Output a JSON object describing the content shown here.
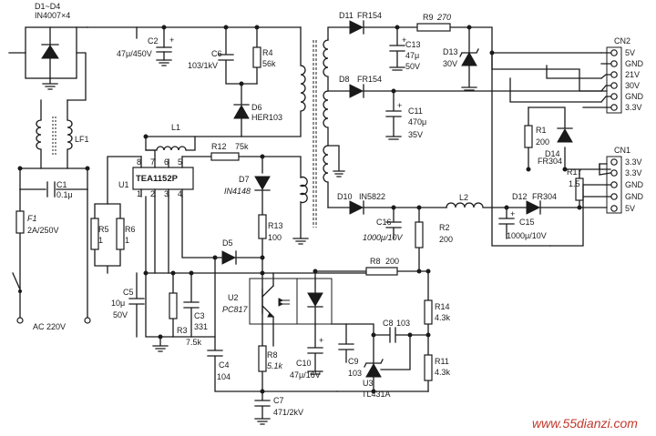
{
  "components": {
    "bridge": {
      "ref": "D1~D4",
      "value": "IN4007×4"
    },
    "C1": {
      "ref": "C1",
      "value": "0.1μ"
    },
    "F1": {
      "ref": "F1",
      "value": "2A/250V"
    },
    "LF1": {
      "ref": "LF1"
    },
    "ac": {
      "label": "AC 220V"
    },
    "C2": {
      "ref": "C2",
      "value": "47μ/450V"
    },
    "C6": {
      "ref": "C6",
      "value": "103/1kV"
    },
    "R4": {
      "ref": "R4",
      "value": "56k"
    },
    "D6": {
      "ref": "D6",
      "value": "HER103"
    },
    "L1": {
      "ref": "L1"
    },
    "U1": {
      "ref": "U1",
      "part": "TEA1152P",
      "pins_top": [
        "8",
        "7",
        "6",
        "5"
      ],
      "pins_bottom": [
        "1",
        "2",
        "3",
        "4"
      ]
    },
    "R12": {
      "ref": "R12",
      "value": "75k"
    },
    "D7": {
      "ref": "D7",
      "value": "IN4148"
    },
    "R13": {
      "ref": "R13",
      "value": "100"
    },
    "R5": {
      "ref": "R5",
      "value": "1"
    },
    "R6": {
      "ref": "R6",
      "value": "1"
    },
    "D5": {
      "ref": "D5"
    },
    "C5": {
      "ref": "C5",
      "value": "10μ",
      "voltage": "50V"
    },
    "R3": {
      "ref": "R3",
      "value": "7.5k"
    },
    "C3": {
      "ref": "C3",
      "value": "331"
    },
    "C4": {
      "ref": "C4",
      "value": "104"
    },
    "U2": {
      "ref": "U2",
      "part": "PC817"
    },
    "R8": {
      "ref": "R8",
      "value": "5.1k"
    },
    "C10": {
      "ref": "C10",
      "value": "47μ/16V"
    },
    "C7": {
      "ref": "C7",
      "value": "471/2kV"
    },
    "R9b": {
      "ref": "R8",
      "value": "200"
    },
    "C9": {
      "ref": "C9",
      "value": "103"
    },
    "C8": {
      "ref": "C8",
      "value": "103"
    },
    "U3": {
      "ref": "U3",
      "part": "TL431A"
    },
    "R14": {
      "ref": "R14",
      "value": "4.3k"
    },
    "R11": {
      "ref": "R11",
      "value": "4.3k"
    },
    "D11": {
      "ref": "D11",
      "value": "FR154"
    },
    "R9": {
      "ref": "R9",
      "value": "270"
    },
    "C13": {
      "ref": "C13",
      "value": "47μ",
      "voltage": "50V"
    },
    "D13": {
      "ref": "D13",
      "value": "30V"
    },
    "D8": {
      "ref": "D8",
      "value": "FR154"
    },
    "C11": {
      "ref": "C11",
      "value": "470μ",
      "voltage": "35V"
    },
    "D10": {
      "ref": "D10",
      "value": "IN5822"
    },
    "L2": {
      "ref": "L2"
    },
    "C16": {
      "ref": "C16",
      "value": "1000μ/10V"
    },
    "R2": {
      "ref": "R2",
      "value": "200"
    },
    "C15": {
      "ref": "C15",
      "value": "1000μ/10V"
    },
    "D12": {
      "ref": "D12",
      "value": "FR304"
    },
    "R1": {
      "ref": "R1",
      "value": "200"
    },
    "D14": {
      "ref": "D14",
      "value": "FR304"
    },
    "R17": {
      "ref": "R17",
      "value": "1.5"
    }
  },
  "connectors": {
    "CN2": {
      "ref": "CN2",
      "pins": [
        "5V",
        "GND",
        "21V",
        "30V",
        "GND",
        "3.3V"
      ]
    },
    "CN1": {
      "ref": "CN1",
      "pins": [
        "3.3V",
        "3.3V",
        "GND",
        "GND",
        "5V"
      ]
    }
  },
  "watermark": "www.55dianzi.com",
  "colors": {
    "ink": "#1a1a1a",
    "watermark": "#c0392b",
    "background": "#ffffff"
  }
}
